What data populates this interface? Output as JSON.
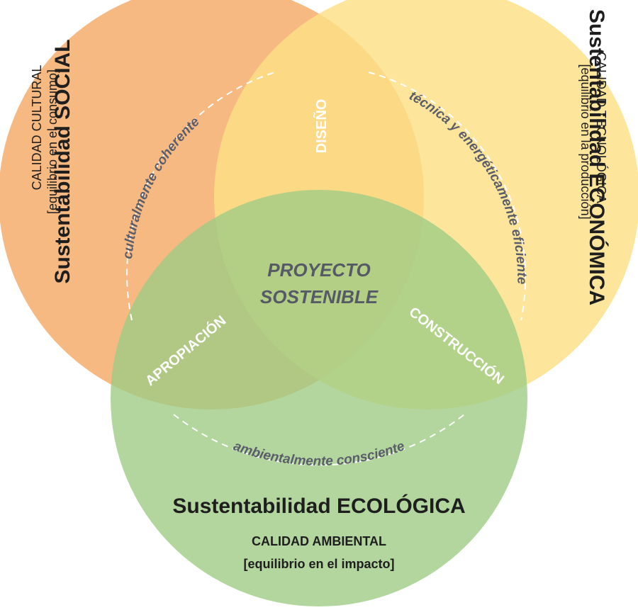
{
  "diagram": {
    "circles": {
      "social": {
        "color": "#f4a55f",
        "opacity": 0.78
      },
      "economic": {
        "color": "#fde086",
        "opacity": 0.82
      },
      "ecological": {
        "color": "#9fcc85",
        "opacity": 0.8
      }
    },
    "social": {
      "title": "Sustentabilidad SOCIAL",
      "quality": "CALIDAD CULTURAL",
      "balance": "[equilibrio en el consumo]",
      "arc_label": "culturalmente coherente"
    },
    "economic": {
      "title": "Sustentabilidad ECONÓMICA",
      "quality": "CALIDAD TECNOLÓGICA",
      "balance": "[equilibrio en la producción]",
      "arc_label": "técnica y energéticamente eficiente"
    },
    "ecological": {
      "title": "Sustentabilidad ECOLÓGICA",
      "quality": "CALIDAD AMBIENTAL",
      "balance": "[equilibrio en el impacto]",
      "arc_label": "ambientalmente consciente"
    },
    "intersections": {
      "social_economic": "DISEÑO",
      "social_ecological": "APROPIACIÓN",
      "economic_ecological": "CONSTRUCCIÓN"
    },
    "center": {
      "line1": "PROYECTO",
      "line2": "SOSTENIBLE"
    }
  }
}
